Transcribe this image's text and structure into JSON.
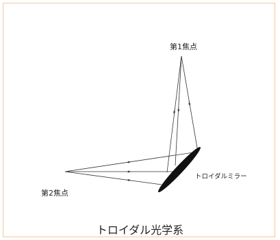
{
  "labels": {
    "first_focus": "第1焦点",
    "second_focus": "第2焦点",
    "mirror": "トロイダルミラー",
    "caption": "トロイダル光学系"
  },
  "colors": {
    "frame_border": "#f0c899",
    "line": "#333333",
    "mirror": "#111111",
    "text": "#222222"
  }
}
